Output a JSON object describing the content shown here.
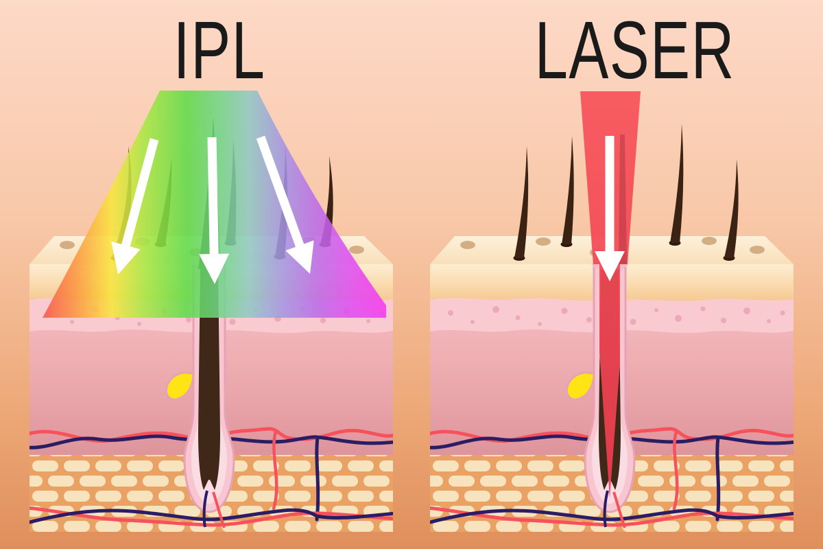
{
  "diagram_title": "IPL vs LASER hair removal skin diagram",
  "panels": [
    {
      "id": "ipl",
      "label": "IPL",
      "beam_shape": "wide multi-wavelength cone spreading over the skin surface",
      "beam_gradient": [
        "#f8554a",
        "#fb9a3f",
        "#f9e53e",
        "#5edb49",
        "#8fc9c4",
        "#a495e3",
        "#bb6ae9",
        "#f538ee"
      ],
      "arrow_count": 3,
      "penetration": "light stops at the skin surface / epidermis",
      "visible_hairs": 6
    },
    {
      "id": "laser",
      "label": "LASER",
      "beam_shape": "narrow single-wavelength red column",
      "beam_gradient": [
        "#f7555c",
        "#ee3b4e"
      ],
      "arrow_count": 1,
      "penetration": "beam reaches down to the hair follicle bulb",
      "visible_hairs": 5
    }
  ],
  "anatomy": {
    "skin_layers": [
      "stratum corneum",
      "epidermis (dotted)",
      "dermis",
      "subcutaneous fat"
    ],
    "features": [
      "hair shaft",
      "hair follicle sheath",
      "hair root",
      "sebaceous gland",
      "blood vessels",
      "pores",
      "fat cells"
    ]
  },
  "palette": {
    "background_top": "#fdd9c7",
    "background_bottom": "#df8f5b",
    "title_color": "#1a1a1a",
    "skin_top_face": "#fdf1da",
    "corneum": "#f9d8a9",
    "epidermis_pink": "#f9cad0",
    "epidermis_dots": "#eba9b9",
    "dermis": "#eaa7ab",
    "fat_background": "#e9a164",
    "fat_cell": "#f7e4bf",
    "vessel_red": "#f7515c",
    "vessel_navy": "#2b1d63",
    "follicle_sheath": "#f7c6d1",
    "follicle_inner": "#fadce4",
    "hair_brown": "#3b2314",
    "gland_yellow": "#ffe415",
    "arrow_white": "#ffffff",
    "pore_tan": "#d3ad84"
  }
}
